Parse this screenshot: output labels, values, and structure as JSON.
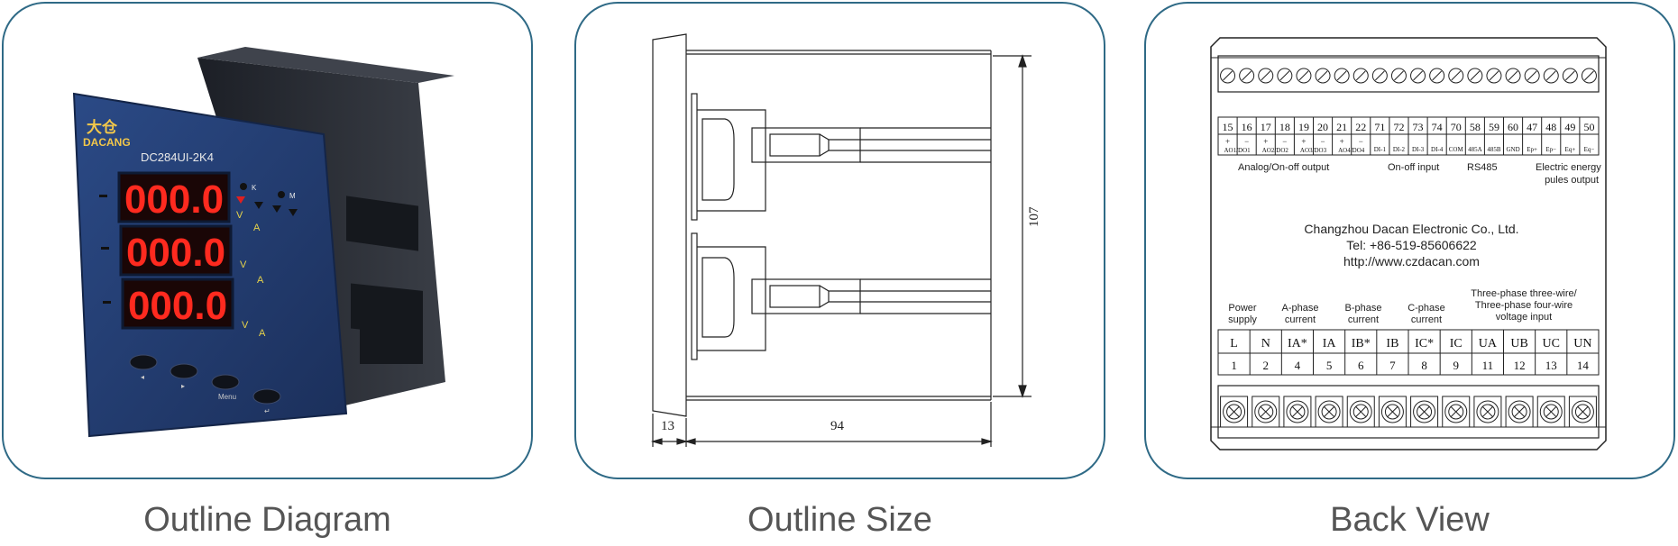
{
  "captions": {
    "diagram": "Outline Diagram",
    "size": "Outline Size",
    "back": "Back View"
  },
  "device": {
    "brand_cn": "大仓",
    "brand": "DACANG",
    "model": "DC284UI-2K4",
    "displays": [
      "000.0",
      "000.0",
      "000.0"
    ],
    "indicator_k": "K",
    "indicator_m": "M",
    "unit_v": "V",
    "unit_a": "A",
    "button_menu": "Menu"
  },
  "dimensions": {
    "height": "107",
    "depth": "94",
    "panel": "13"
  },
  "back_view": {
    "top_terminals": [
      {
        "num": "15",
        "sig": "+"
      },
      {
        "num": "16",
        "sig": "−"
      },
      {
        "num": "17",
        "sig": "+"
      },
      {
        "num": "18",
        "sig": "−"
      },
      {
        "num": "19",
        "sig": "+"
      },
      {
        "num": "20",
        "sig": "−"
      },
      {
        "num": "21",
        "sig": "+"
      },
      {
        "num": "22",
        "sig": "−"
      },
      {
        "num": "71",
        "sig": "DI-1"
      },
      {
        "num": "72",
        "sig": "DI-2"
      },
      {
        "num": "73",
        "sig": "DI-3"
      },
      {
        "num": "74",
        "sig": "DI-4"
      },
      {
        "num": "70",
        "sig": "COM"
      },
      {
        "num": "58",
        "sig": "485A"
      },
      {
        "num": "59",
        "sig": "485B"
      },
      {
        "num": "60",
        "sig": "GND"
      },
      {
        "num": "47",
        "sig": "Ep+"
      },
      {
        "num": "48",
        "sig": "Ep−"
      },
      {
        "num": "49",
        "sig": "Eq+"
      },
      {
        "num": "50",
        "sig": "Eq−"
      }
    ],
    "analog_pairs": [
      "AO1/DO1",
      "AO2/DO2",
      "AO3/DO3",
      "AO4/DO4"
    ],
    "group_analog": "Analog/On-off output",
    "group_onoff": "On-off input",
    "group_rs485": "RS485",
    "group_energy_1": "Electric energy",
    "group_energy_2": "pules output",
    "company": "Changzhou Dacan Electronic Co., Ltd.",
    "tel": "Tel: +86-519-85606622",
    "url": "http://www.czdacan.com",
    "power_1": "Power",
    "power_2": "supply",
    "a_phase_1": "A-phase",
    "a_phase_2": "current",
    "b_phase_1": "B-phase",
    "b_phase_2": "current",
    "c_phase_1": "C-phase",
    "c_phase_2": "current",
    "voltage_1": "Three-phase three-wire/",
    "voltage_2": "Three-phase four-wire",
    "voltage_3": "voltage input",
    "bottom_terminals": [
      {
        "sig": "L",
        "num": "1"
      },
      {
        "sig": "N",
        "num": "2"
      },
      {
        "sig": "IA*",
        "num": "4"
      },
      {
        "sig": "IA",
        "num": "5"
      },
      {
        "sig": "IB*",
        "num": "6"
      },
      {
        "sig": "IB",
        "num": "7"
      },
      {
        "sig": "IC*",
        "num": "8"
      },
      {
        "sig": "IC",
        "num": "9"
      },
      {
        "sig": "UA",
        "num": "11"
      },
      {
        "sig": "UB",
        "num": "12"
      },
      {
        "sig": "UC",
        "num": "13"
      },
      {
        "sig": "UN",
        "num": "14"
      }
    ]
  }
}
